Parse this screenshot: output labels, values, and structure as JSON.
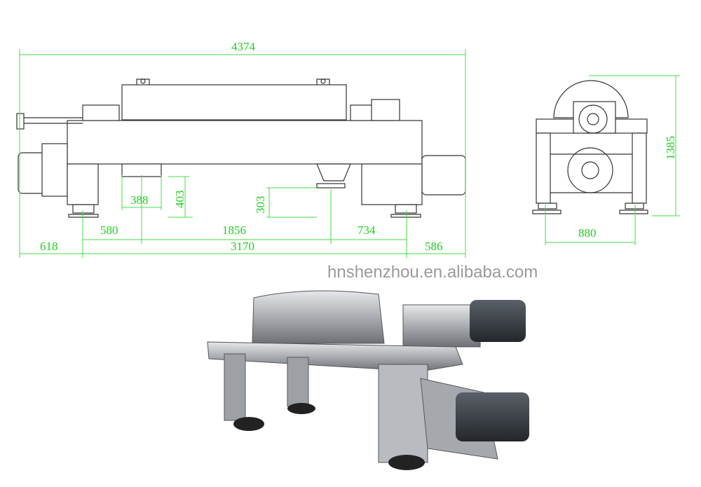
{
  "front_view": {
    "dimensions": {
      "overall_length": "4374",
      "outlet_width": "388",
      "outlet_height": "403",
      "discharge_height": "303",
      "foot_to_outlet": "580",
      "outlet_to_discharge": "1856",
      "discharge_to_foot": "734",
      "left_overhang": "618",
      "foot_span": "3170",
      "right_overhang": "586"
    }
  },
  "side_view": {
    "dimensions": {
      "height": "1385",
      "width": "880"
    }
  },
  "watermark": "hnshenzhou.en.alibaba.com",
  "colors": {
    "dimension": "#22cc22",
    "drawing": "#333333",
    "steel": "#b8bcc0",
    "motor": "#3a3f44"
  }
}
